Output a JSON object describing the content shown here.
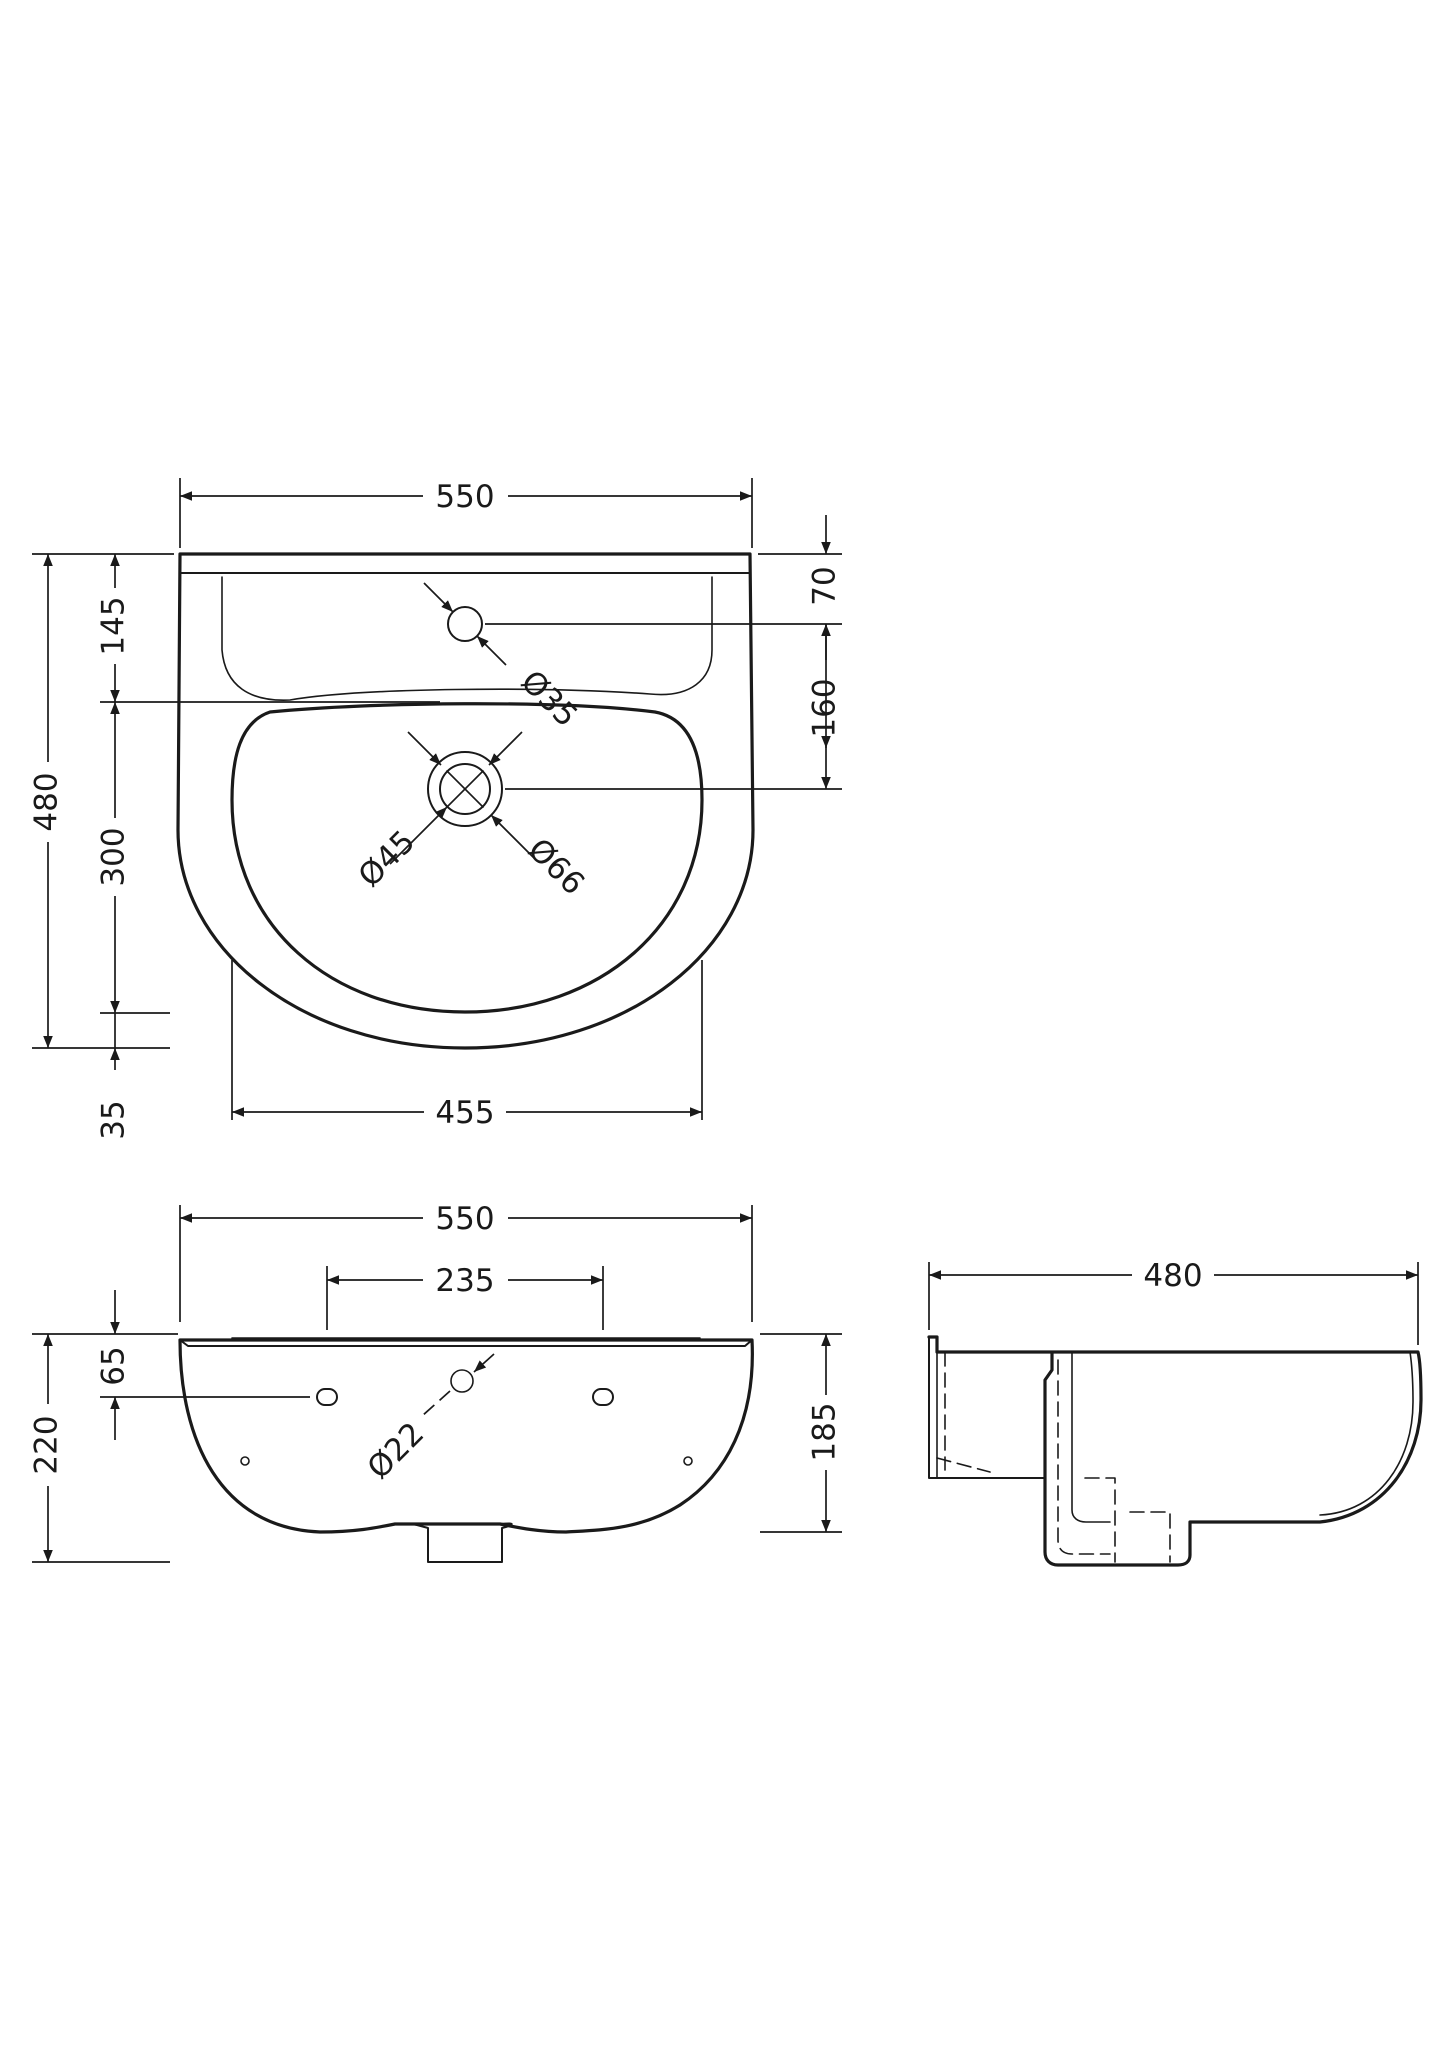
{
  "top_view": {
    "width_overall": "550",
    "depth_overall": "480",
    "rear_to_tap": "145",
    "bowl_length": "300",
    "bowl_front_gap": "35",
    "bowl_width": "455",
    "tap_hole_offset": "70",
    "tap_to_waste": "160",
    "tap_hole_dia": "Ø35",
    "waste_dia": "Ø45",
    "waste_outer_dia": "Ø66"
  },
  "front_view": {
    "width_overall": "550",
    "fixing_centres": "235",
    "fixing_height": "65",
    "overall_height": "220",
    "body_height": "185",
    "overflow_dia": "Ø22"
  },
  "side_view": {
    "depth_overall": "480"
  }
}
